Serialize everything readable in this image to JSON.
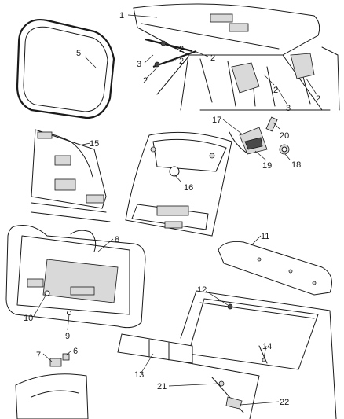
{
  "callouts": [
    "1",
    "2",
    "2",
    "3",
    "2",
    "5",
    "2",
    "2",
    "3",
    "2",
    "17",
    "20",
    "15",
    "19",
    "18",
    "16",
    "8",
    "11",
    "12",
    "10",
    "9",
    "7",
    "6",
    "14",
    "13",
    "21",
    "22"
  ]
}
